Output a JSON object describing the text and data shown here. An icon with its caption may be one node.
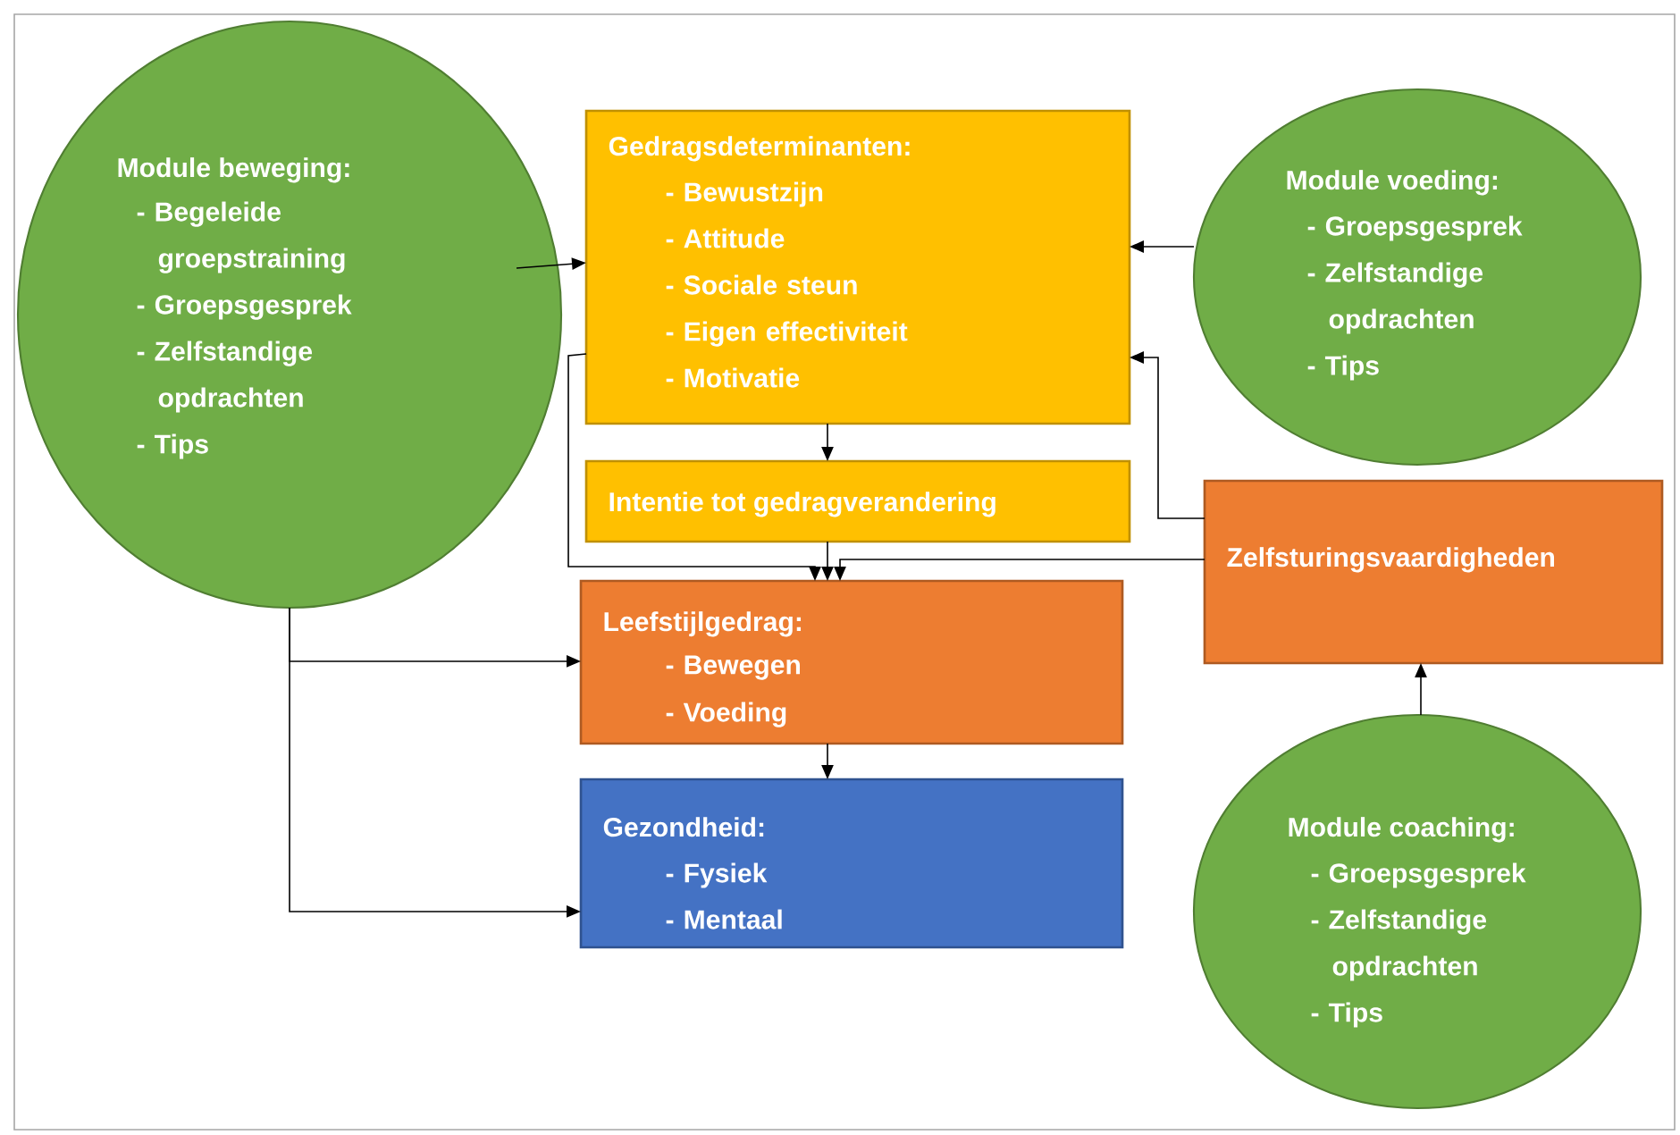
{
  "diagram": {
    "nodes": [
      {
        "text": [
          "Module beweging:",
          "- Begeleide groepstraining",
          "- Groepsgesprek",
          "- Zelfstandige opdrachten",
          "- Tips"
        ]
      },
      {
        "text": [
          "Gedragsdeterminanten:",
          "- Bewustzijn",
          "- Attitude",
          "- Sociale steun",
          "- Eigen effectiviteit",
          "- Motivatie"
        ]
      },
      {
        "text": [
          "Module voeding:",
          "- Groepsgesprek",
          "- Zelfstandige opdrachten",
          "- Tips"
        ]
      },
      {
        "text": [
          "Intentie tot gedragverandering"
        ]
      },
      {
        "text": [
          "Zelfsturingsvaardigheden"
        ]
      },
      {
        "text": [
          "Leefstijlgedrag:",
          "- Bewegen",
          "- Voeding"
        ]
      },
      {
        "text": [
          "Gezondheid:",
          "- Fysiek",
          "- Mentaal"
        ]
      },
      {
        "text": [
          "Module coaching:",
          "- Groepsgesprek",
          "- Zelfstandige opdrachten",
          "- Tips"
        ]
      }
    ],
    "edges": [
      {
        "from": 0,
        "to": 1,
        "arrow": "to"
      },
      {
        "from": 2,
        "to": 1,
        "arrow": "to"
      },
      {
        "from": 1,
        "to": 3,
        "arrow": "to"
      },
      {
        "from": 1,
        "to": 5,
        "arrow": "to"
      },
      {
        "from": 7,
        "to": 4,
        "arrow": "to"
      },
      {
        "from": 4,
        "to": 1,
        "arrow": "to"
      },
      {
        "from": 4,
        "to": 5,
        "arrow": "to"
      },
      {
        "from": 3,
        "to": 5,
        "arrow": "to"
      },
      {
        "from": 0,
        "to": 5,
        "arrow": "to"
      },
      {
        "from": 0,
        "to": 6,
        "arrow": "to"
      },
      {
        "from": 5,
        "to": 6,
        "arrow": "to"
      }
    ]
  }
}
